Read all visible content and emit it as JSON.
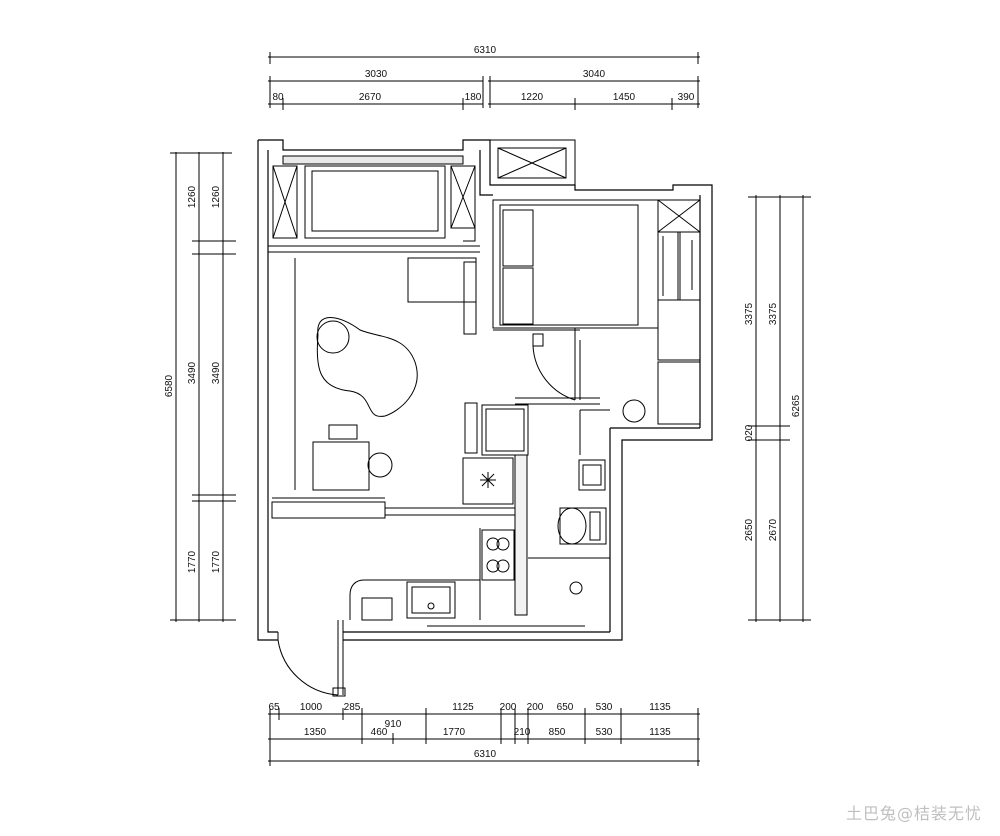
{
  "dimensions": {
    "top_total": "6310",
    "top_left": "3030",
    "top_right": "3040",
    "top_seg_1": "80",
    "top_seg_2": "2670",
    "top_seg_3": "180",
    "top_seg_4": "1220",
    "top_seg_5": "1450",
    "top_seg_6": "390",
    "left_total": "6580",
    "left_a1": "1260",
    "left_a2": "1260",
    "left_b1": "3490",
    "left_b2": "3490",
    "left_c1": "1770",
    "left_c2": "1770",
    "right_a1": "3375",
    "right_a2": "3375",
    "right_b1": "020",
    "right_b2": "2650",
    "right_b3": "2670",
    "right_total": "6265",
    "bot1_1": "65",
    "bot1_2": "1000",
    "bot1_3": "285",
    "bot1_4": "1125",
    "bot1_5": "200",
    "bot1_6": "200",
    "bot1_7": "650",
    "bot1_8": "530",
    "bot1_9": "1135",
    "bot2_1": "1350",
    "bot2_2": "460",
    "bot2_3": "910",
    "bot2_4": "1770",
    "bot2_5": "210",
    "bot2_6": "850",
    "bot2_7": "530",
    "bot2_8": "1135",
    "bot_total": "6310"
  },
  "watermark": "土巴兔@桔装无忧"
}
